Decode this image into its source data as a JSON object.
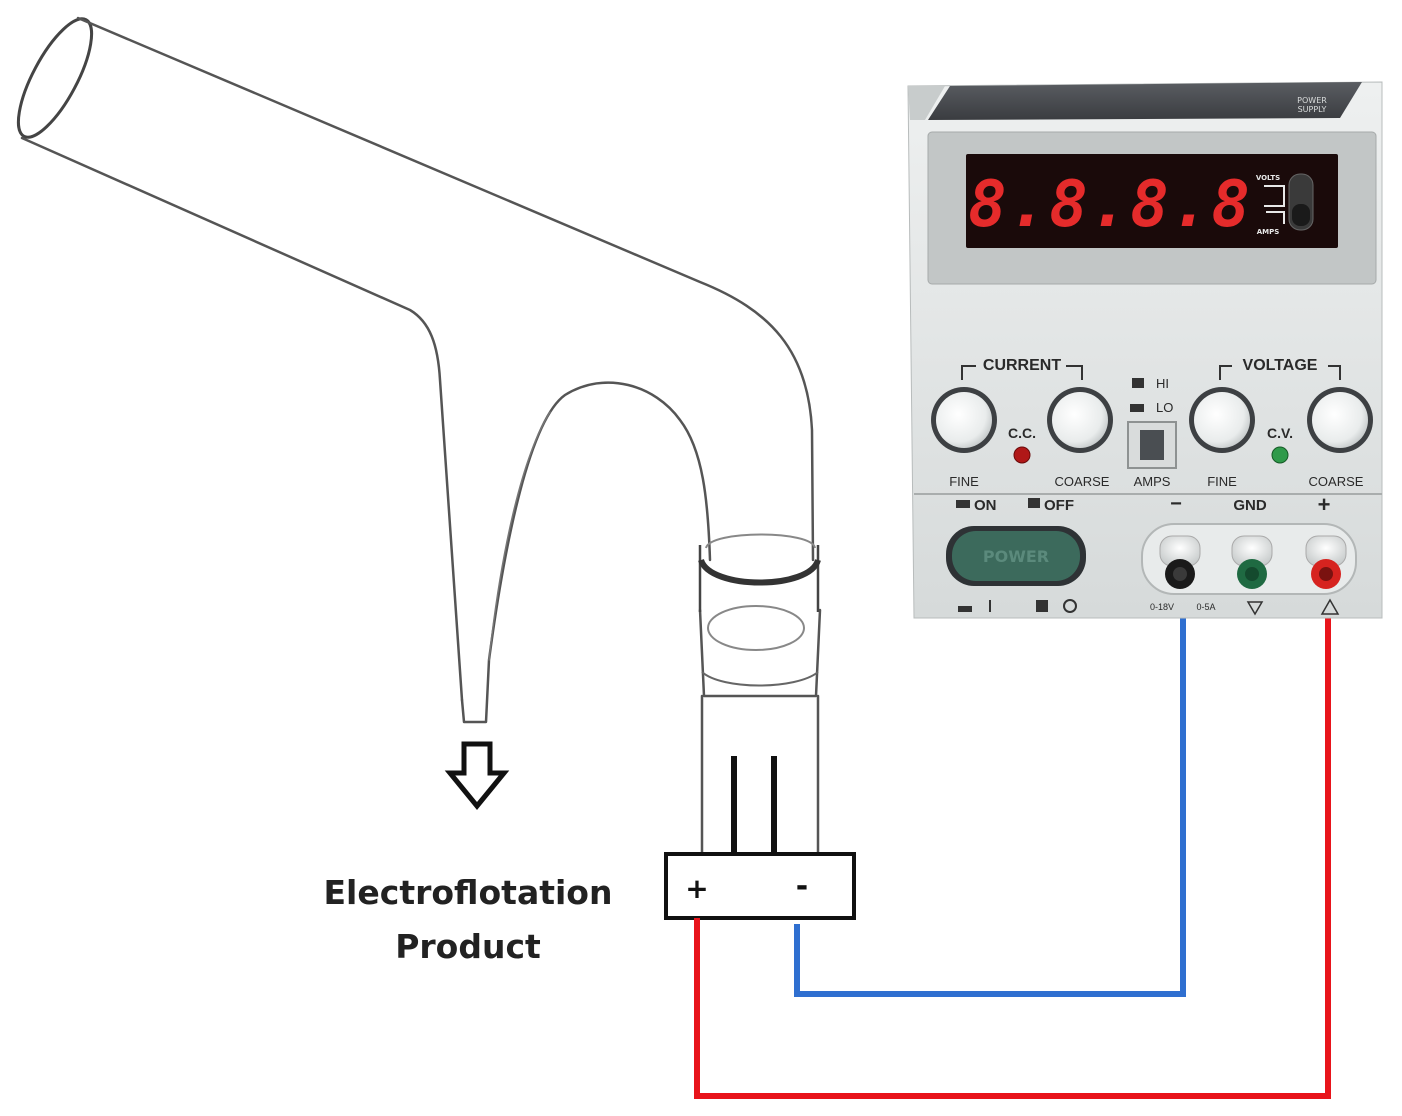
{
  "diagram": {
    "label_line1": "Electroflotation",
    "label_line2": "Product",
    "electrode_plus": "+",
    "electrode_minus": "-"
  },
  "power_supply": {
    "brand": "POWER SUPPLY",
    "display_digits": "8.8.8.8",
    "meter_switch": {
      "top": "VOLTS",
      "bottom": "AMPS"
    },
    "current_group": "CURRENT",
    "voltage_group": "VOLTAGE",
    "current_fine": "FINE",
    "current_coarse": "COARSE",
    "voltage_fine": "FINE",
    "voltage_coarse": "COARSE",
    "cc_label": "C.C.",
    "cv_label": "C.V.",
    "range_hi": "HI",
    "range_lo": "LO",
    "amps_label": "AMPS",
    "on_label": "ON",
    "off_label": "OFF",
    "power_button": "POWER",
    "terminal_minus": "−",
    "terminal_gnd": "GND",
    "terminal_plus": "+",
    "spec_voltage": "0-18V",
    "spec_current": "0-5A"
  },
  "colors": {
    "positive_wire": "#e8141b",
    "negative_wire": "#2f6fd0",
    "panel": "#e3e6e6",
    "display_bg": "#1a0a0a",
    "digit": "#e52b2b",
    "cc_led": "#b01818",
    "cv_led": "#2f9a4a",
    "power_button": "#3c6a5c"
  }
}
